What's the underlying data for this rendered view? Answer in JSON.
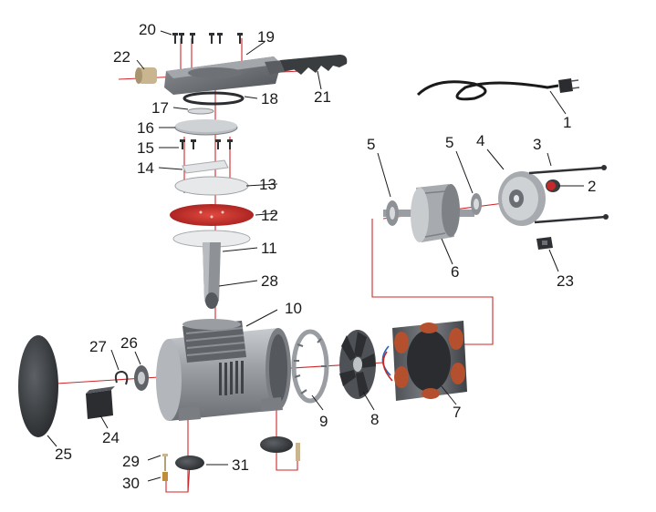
{
  "diagram": {
    "part_numbers": [
      "1",
      "2",
      "3",
      "4",
      "5",
      "5",
      "6",
      "7",
      "8",
      "9",
      "10",
      "11",
      "12",
      "13",
      "14",
      "15",
      "16",
      "17",
      "18",
      "19",
      "20",
      "21",
      "22",
      "23",
      "24",
      "25",
      "26",
      "27",
      "28",
      "29",
      "30",
      "31"
    ]
  },
  "colors": {
    "axis_line": "#d0262a",
    "diaphragm": "#c62a2a",
    "metal": "#a7abaf",
    "dark_rubber": "#3a3d40",
    "copper": "#b5502f"
  }
}
